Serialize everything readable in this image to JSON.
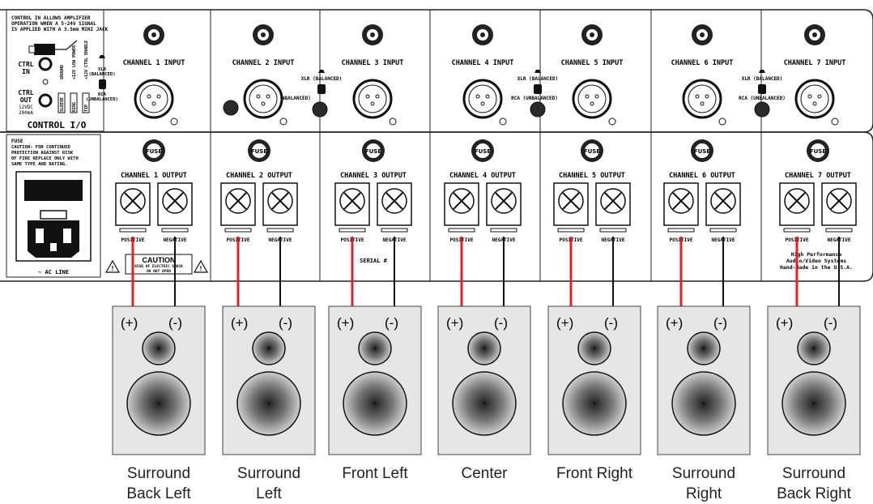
{
  "control_panel": {
    "note_lines": [
      "CONTROL IN ALLOWS AMPLIFIER",
      "OPERATION WHEN A 5-24V SIGNAL",
      "IS APPLIED WITH A 3.5mm MINI JACK"
    ],
    "ctrl_in_label": [
      "CTRL",
      "IN"
    ],
    "ctrl_out_label": [
      "CTRL",
      "OUT",
      "12VDC",
      "200mA"
    ],
    "ground_label": "GROUND",
    "low_power_label": "+12V LOW POWER",
    "ctrl_enable_label": "+12V CTRL ENABLE",
    "sleeve_label": "SLEEVE",
    "ring_label": "RING",
    "tip_label": "TIP",
    "title": "CONTROL I/O",
    "xlr_label": [
      "XLR",
      "(BALANCED)"
    ],
    "rca_label": [
      "RCA",
      "(UNBALANCED)"
    ]
  },
  "shared_xlr_label": "XLR (BALANCED)",
  "shared_rca_label": "RCA (UNBALANCED)",
  "fuse_panel": {
    "title": "FUSE",
    "caution_lines": [
      "CAUTION: FOR CONTINUED",
      "PROTECTION AGAINST RISK",
      "OF FIRE REPLACE ONLY WITH",
      "SAME TYPE AND RATING."
    ],
    "ac_line_label": "~ AC LINE"
  },
  "fuse_text": "FUSE",
  "positive_label": "POSITIVE",
  "negative_label": "NEGATIVE",
  "caution_badge": {
    "title": "CAUTION",
    "lines": [
      "RISK OF ELECTRIC SHOCK",
      "DO NOT OPEN"
    ]
  },
  "serial_label": "SERIAL #",
  "maker_lines": [
    "High Performance",
    "Audio/Video Systems",
    "Hand-Made in the U.S.A."
  ],
  "channels": [
    {
      "input": "CHANNEL 1 INPUT",
      "output": "CHANNEL 1 OUTPUT",
      "speaker": [
        "Surround",
        "Back Left"
      ]
    },
    {
      "input": "CHANNEL 2 INPUT",
      "output": "CHANNEL 2 OUTPUT",
      "speaker": [
        "Surround",
        "Left"
      ]
    },
    {
      "input": "CHANNEL 3 INPUT",
      "output": "CHANNEL 3 OUTPUT",
      "speaker": [
        "Front Left"
      ]
    },
    {
      "input": "CHANNEL 4 INPUT",
      "output": "CHANNEL 4 OUTPUT",
      "speaker": [
        "Center"
      ]
    },
    {
      "input": "CHANNEL 5 INPUT",
      "output": "CHANNEL 5 OUTPUT",
      "speaker": [
        "Front Right"
      ]
    },
    {
      "input": "CHANNEL 6 INPUT",
      "output": "CHANNEL 6 OUTPUT",
      "speaker": [
        "Surround",
        "Right"
      ]
    },
    {
      "input": "CHANNEL 7 INPUT",
      "output": "CHANNEL 7 OUTPUT",
      "speaker": [
        "Surround",
        "Back Right"
      ]
    }
  ],
  "speaker_plus": "(+)",
  "speaker_minus": "(-)",
  "colors": {
    "positive_wire": "#e0202a",
    "negative_wire": "#111111",
    "panel_line": "#222222",
    "speaker_box": "#e6e6e6"
  }
}
